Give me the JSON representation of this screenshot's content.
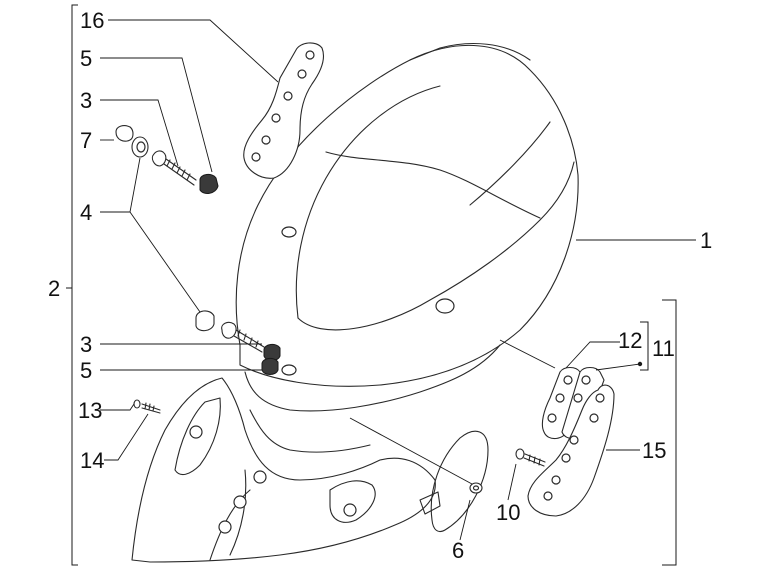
{
  "diagram": {
    "labels": {
      "l1": "1",
      "l2": "2",
      "l3a": "3",
      "l3b": "3",
      "l4": "4",
      "l5a": "5",
      "l5b": "5",
      "l6": "6",
      "l7": "7",
      "l10": "10",
      "l11": "11",
      "l12": "12",
      "l13": "13",
      "l14": "14",
      "l15": "15",
      "l16": "16"
    }
  }
}
